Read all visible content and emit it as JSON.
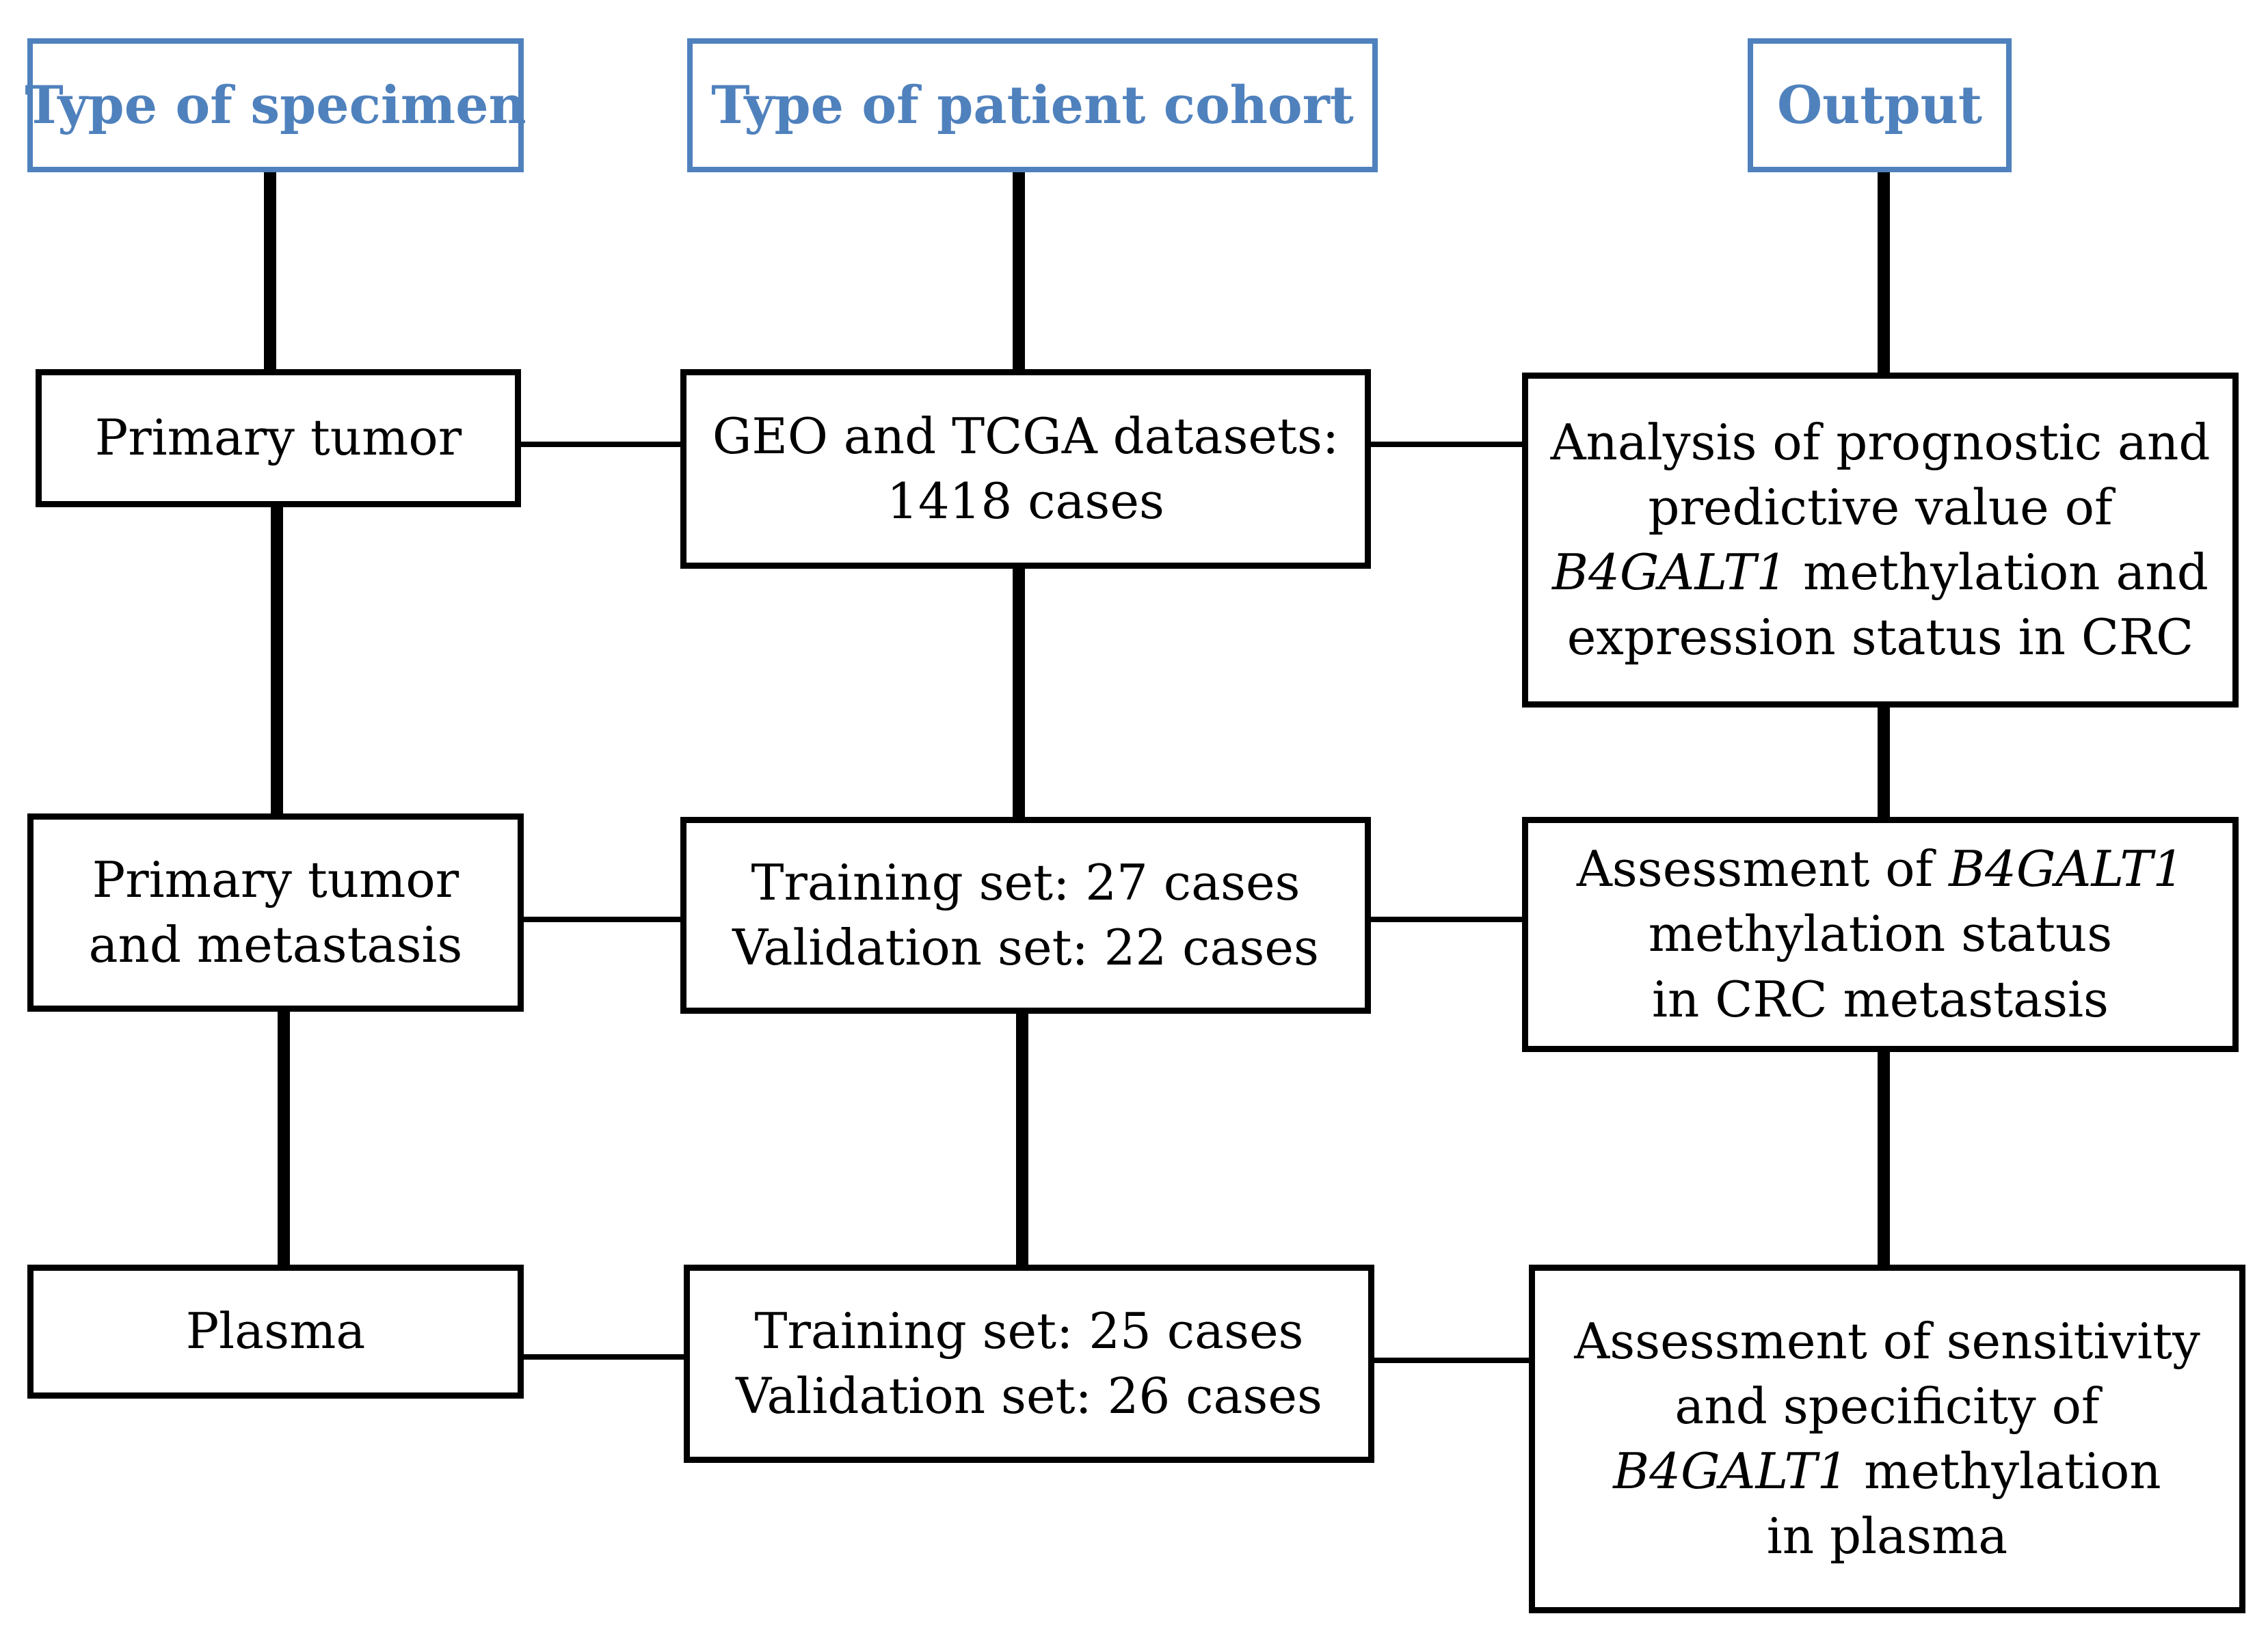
{
  "headers": {
    "specimen": "Type of specimen",
    "cohort": "Type of patient cohort",
    "output": "Output"
  },
  "rows": [
    {
      "specimen": [
        "Primary tumor"
      ],
      "cohort": [
        "GEO and TCGA datasets:",
        "1418 cases"
      ],
      "output": {
        "line1": "Analysis of prognostic and",
        "line2": "predictive value of",
        "line3_gene": "B4GALT1",
        "line3_rest": " methylation and",
        "line4": "expression status in CRC"
      }
    },
    {
      "specimen": [
        "Primary tumor",
        "and metastasis"
      ],
      "cohort": [
        "Training set: 27 cases",
        "Validation set: 22 cases"
      ],
      "output": {
        "line1_prefix": "Assessment of ",
        "line1_gene": "B4GALT1",
        "line2": "methylation status",
        "line3": "in CRC metastasis"
      }
    },
    {
      "specimen": [
        "Plasma"
      ],
      "cohort": [
        "Training set: 25 cases",
        "Validation set: 26 cases"
      ],
      "output": {
        "line1": "Assessment of sensitivity",
        "line2": "and specificity of",
        "line3_gene": "B4GALT1",
        "line3_rest": " methylation",
        "line4": "in plasma"
      }
    }
  ],
  "colors": {
    "header": "#4f81bd",
    "box_border": "#000000",
    "connector": "#000000",
    "background": "#ffffff"
  }
}
